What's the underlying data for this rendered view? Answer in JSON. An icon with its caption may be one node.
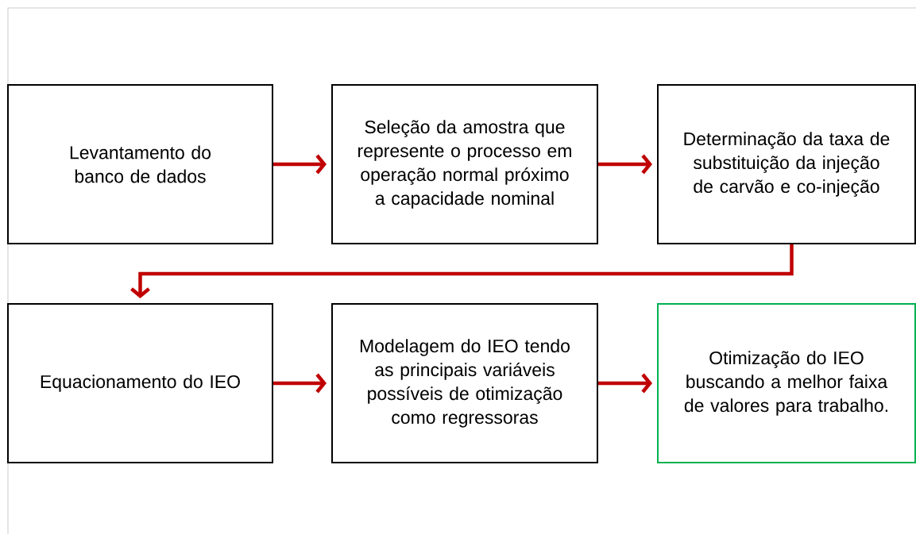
{
  "diagram": {
    "nodes": [
      {
        "text": [
          "Levantamento do banco de dados"
        ]
      },
      {
        "text": [
          "Seleção da amostra que represente o processo em operação normal próximo a capacidade nominal"
        ]
      },
      {
        "text": [
          "Determinação da taxa de substituição da injeção de carvão e co-injeção"
        ]
      },
      {
        "text": [
          "Equacionamento do IEO"
        ]
      },
      {
        "text": [
          "Modelagem do IEO tendo as principais variáveis possíveis de otimização como regressoras"
        ]
      },
      {
        "text": [
          "Otimização do IEO buscando a melhor faixa de valores para trabalho."
        ]
      }
    ],
    "edges": [
      {
        "from": 0,
        "to": 1,
        "arrow": "to"
      },
      {
        "from": 1,
        "to": 2,
        "arrow": "to"
      },
      {
        "from": 2,
        "to": 3,
        "arrow": "to"
      },
      {
        "from": 3,
        "to": 4,
        "arrow": "to"
      },
      {
        "from": 4,
        "to": 5,
        "arrow": "to"
      }
    ]
  }
}
